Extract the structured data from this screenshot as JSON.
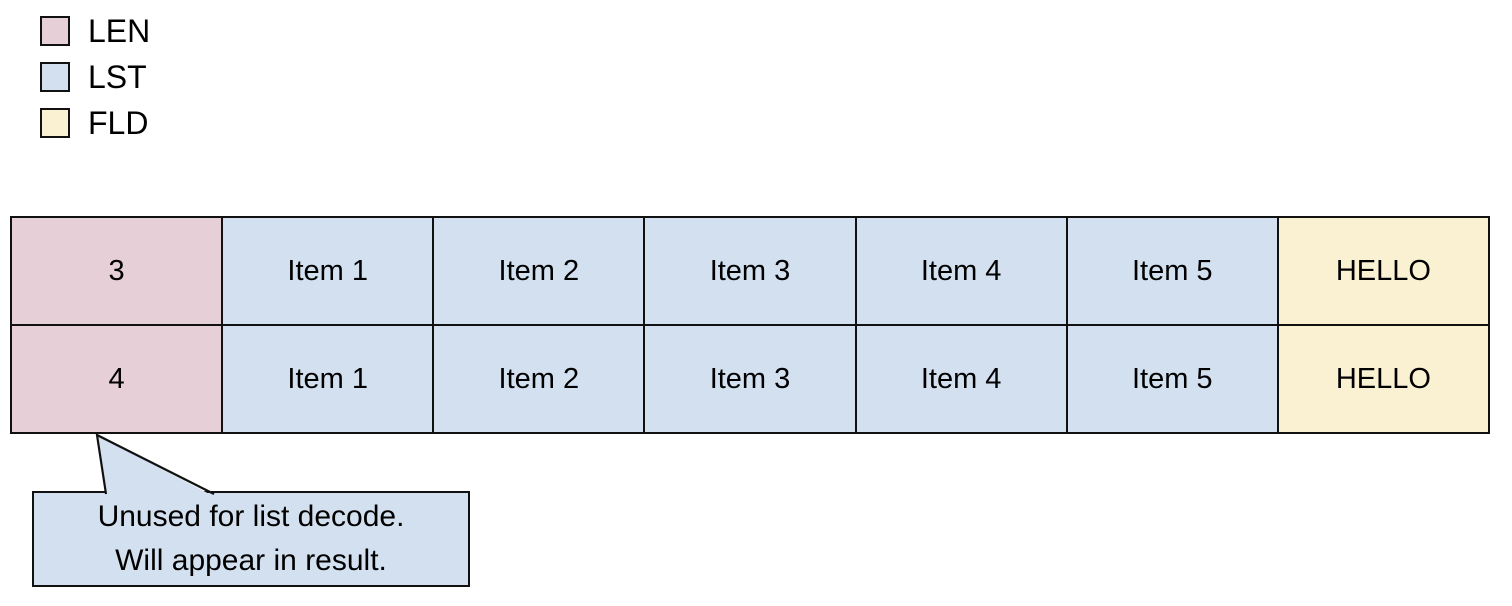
{
  "legend": {
    "items": [
      {
        "key": "len",
        "label": "LEN",
        "color": "#e7cfd8"
      },
      {
        "key": "lst",
        "label": "LST",
        "color": "#d3e0ef"
      },
      {
        "key": "fld",
        "label": "FLD",
        "color": "#faf1d3"
      }
    ]
  },
  "table": {
    "rows": [
      {
        "len": "3",
        "items": [
          "Item 1",
          "Item 2",
          "Item 3",
          "Item 4",
          "Item 5"
        ],
        "field": "HELLO"
      },
      {
        "len": "4",
        "items": [
          "Item 1",
          "Item 2",
          "Item 3",
          "Item 4",
          "Item 5"
        ],
        "field": "HELLO"
      }
    ]
  },
  "callout": {
    "line1": "Unused for list decode.",
    "line2": "Will appear in result."
  },
  "colors": {
    "len": "#e7cfd8",
    "lst": "#d3e0ef",
    "fld": "#faf1d3",
    "line": "#111111"
  }
}
